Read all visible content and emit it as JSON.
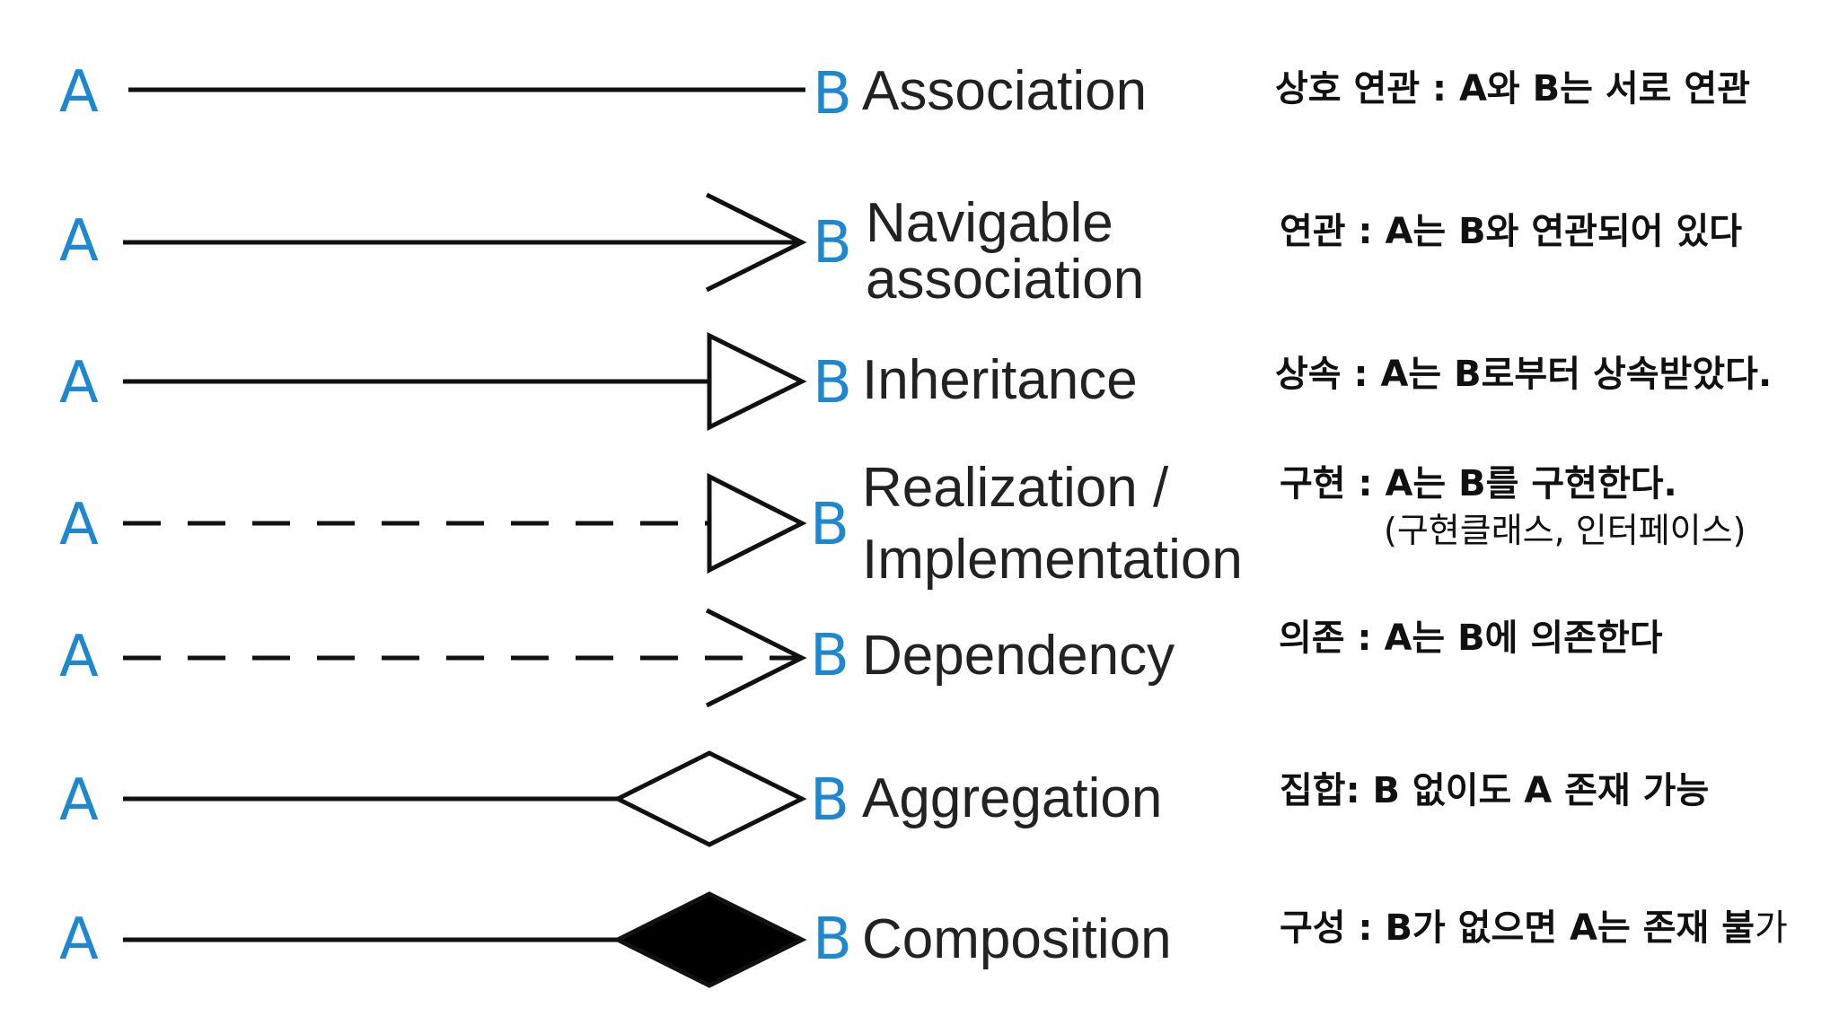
{
  "endpoints": {
    "a": "A",
    "b": "B"
  },
  "colors": {
    "endpoint": "#1d87cf",
    "line": "#111111",
    "text": "#222222"
  },
  "relationships": [
    {
      "id": "association",
      "name_lines": [
        "Association"
      ],
      "line_style": "solid",
      "head": "none",
      "description": "상호 연관 : A와 B는 서로 연관"
    },
    {
      "id": "navigable-association",
      "name_lines": [
        "Navigable",
        "association"
      ],
      "line_style": "solid",
      "head": "open-arrow",
      "description": "연관 : A는 B와 연관되어 있다"
    },
    {
      "id": "inheritance",
      "name_lines": [
        "Inheritance"
      ],
      "line_style": "solid",
      "head": "hollow-triangle",
      "description": "상속 : A는 B로부터 상속받았다."
    },
    {
      "id": "realization",
      "name_lines": [
        "Realization /",
        "Implementation"
      ],
      "line_style": "dashed",
      "head": "hollow-triangle",
      "description": "구현 : A는 B를 구현한다.",
      "description_sub": "(구현클래스, 인터페이스)"
    },
    {
      "id": "dependency",
      "name_lines": [
        "Dependency"
      ],
      "line_style": "dashed",
      "head": "open-arrow",
      "description": "의존 : A는 B에 의존한다"
    },
    {
      "id": "aggregation",
      "name_lines": [
        "Aggregation"
      ],
      "line_style": "solid",
      "head": "hollow-diamond",
      "description": "집합: B 없이도 A 존재 가능"
    },
    {
      "id": "composition",
      "name_lines": [
        "Composition"
      ],
      "line_style": "solid",
      "head": "filled-diamond",
      "description_bold": "구성 : B가 없으면 A는 존재 불",
      "description_tail": "가"
    }
  ]
}
